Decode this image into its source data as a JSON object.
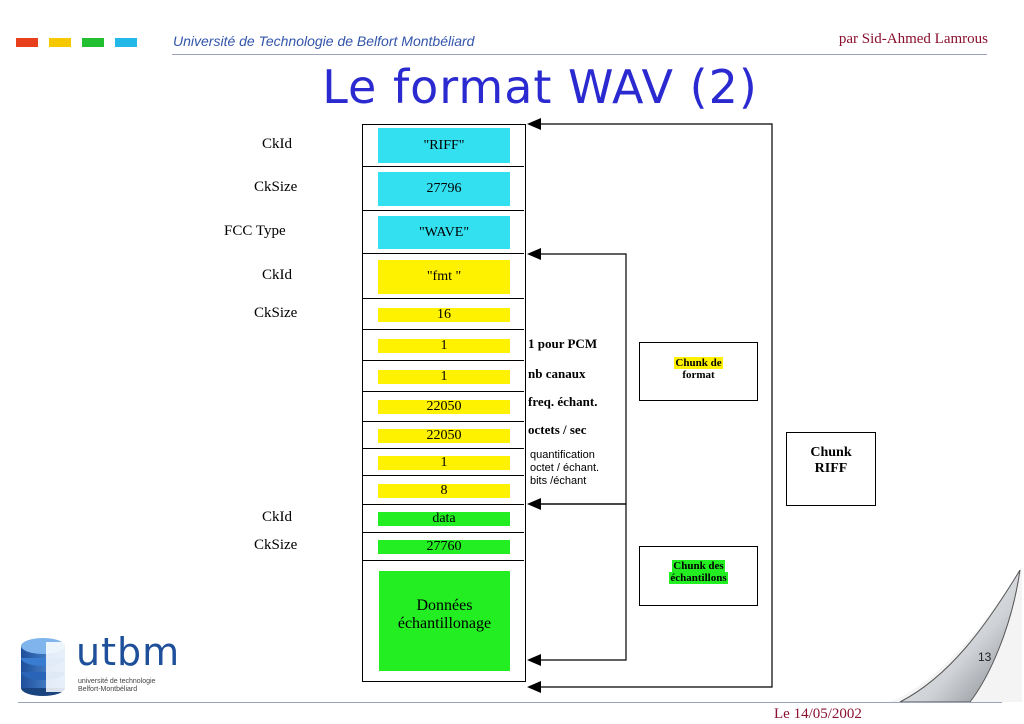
{
  "header": {
    "university": "Université de Technologie de Belfort Montbéliard",
    "author": "par Sid-Ahmed Lamrous"
  },
  "title": "Le format WAV (2)",
  "colors": {
    "squares": [
      "#e8401c",
      "#f5c800",
      "#22c030",
      "#22b8e8"
    ],
    "cyan": "#33e0f0",
    "yellow": "#fff200",
    "green": "#22ee22",
    "title_blue": "#2a2ad0",
    "header_blue": "#3355aa",
    "author_red": "#8a1030"
  },
  "fields": [
    {
      "name": "CkId",
      "value": "\"RIFF\"",
      "desc": ""
    },
    {
      "name": "CkSize",
      "value": "27796",
      "desc": ""
    },
    {
      "name": "FCC Type",
      "value": "\"WAVE\"",
      "desc": ""
    },
    {
      "name": "CkId",
      "value": "\"fmt \"",
      "desc": ""
    },
    {
      "name": "CkSize",
      "value": "16",
      "desc": ""
    },
    {
      "name": "",
      "value": "1",
      "desc": "1 pour PCM"
    },
    {
      "name": "",
      "value": "1",
      "desc": "nb canaux"
    },
    {
      "name": "",
      "value": "22050",
      "desc": "freq. échant."
    },
    {
      "name": "",
      "value": "22050",
      "desc": "octets / sec"
    },
    {
      "name": "",
      "value": "1",
      "desc": ""
    },
    {
      "name": "",
      "value": "8",
      "desc": ""
    },
    {
      "name": "CkId",
      "value": "data",
      "desc": ""
    },
    {
      "name": "CkSize",
      "value": "27760",
      "desc": ""
    }
  ],
  "small_desc": [
    "quantification",
    "octet / échant.",
    "bits /échant"
  ],
  "data_block": {
    "line1": "Données",
    "line2": "échantillonage"
  },
  "chunks": {
    "format": {
      "line1": "Chunk de",
      "line2": "format"
    },
    "samples": {
      "line1": "Chunk des",
      "line2": "échantillons"
    },
    "riff": {
      "line1": "Chunk",
      "line2": "RIFF"
    }
  },
  "logo": {
    "name": "utbm",
    "tag1": "université de technologie",
    "tag2": "Belfort-Montbéliard",
    "icon": "stacked-disc-logo"
  },
  "page_number": "13",
  "date": "Le 14/05/2002"
}
